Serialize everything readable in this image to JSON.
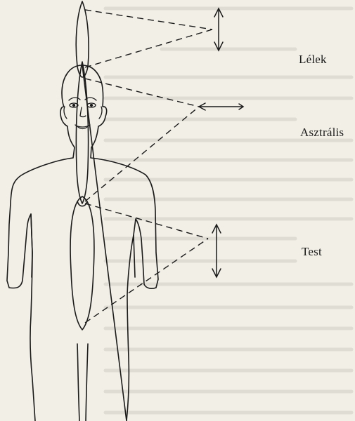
{
  "labels": {
    "soul": "Lélek",
    "astral": "Asztrális",
    "body": "Test"
  },
  "colors": {
    "paper": "#f2efe7",
    "ink": "#1b1b1b",
    "bleed_through": "#c9c6bd"
  }
}
